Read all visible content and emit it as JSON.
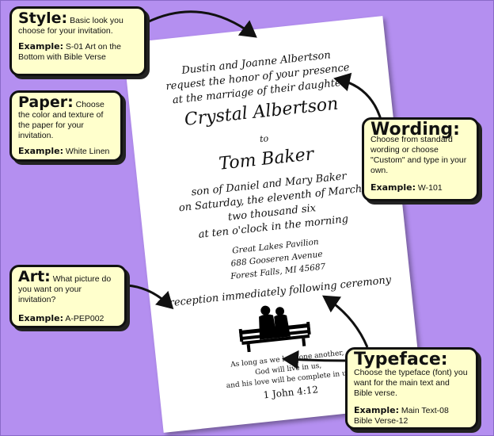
{
  "invitation": {
    "line1": "Dustin and Joanne Albertson",
    "line2": "request the honor of your presence",
    "line3": "at the marriage of their daughter",
    "bride": "Crystal Albertson",
    "to": "to",
    "groom": "Tom Baker",
    "line4": "son of Daniel and Mary Baker",
    "line5": "on Saturday, the eleventh of March",
    "line6": "two thousand six",
    "line7": "at ten o'clock in the morning",
    "venue1": "Great Lakes Pavilion",
    "venue2": "688 Gooseren Avenue",
    "venue3": "Forest Falls, MI 45687",
    "reception": "reception immediately following ceremony",
    "verse1": "As long as we love one another,",
    "verse2": "God will live in us,",
    "verse3": "and his love will be complete in us.",
    "verse_ref": "1 John 4:12"
  },
  "callouts": {
    "style": {
      "title": "Style:",
      "desc": "Basic look you choose for your invitation.",
      "example_label": "Example:",
      "example_value": "S-01 Art on the Bottom with Bible Verse"
    },
    "paper": {
      "title": "Paper:",
      "desc": "Choose the color and texture of the paper for your invitation.",
      "example_label": "Example:",
      "example_value": "White Linen"
    },
    "wording": {
      "title": "Wording:",
      "desc": "Choose from standard wording or choose \"Custom\" and type in your own.",
      "example_label": "Example:",
      "example_value": "W-101"
    },
    "art": {
      "title": "Art:",
      "desc": "What picture do you want on your invitation?",
      "example_label": "Example:",
      "example_value": "A-PEP002"
    },
    "typeface": {
      "title": "Typeface:",
      "desc": "Choose the typeface (font) you want for the main text and Bible verse.",
      "example_label": "Example:",
      "example_value": "Main Text-08",
      "example_value2": "Bible Verse-12"
    }
  },
  "colors": {
    "background": "#b48ff0",
    "callout_fill": "#ffffcc",
    "card": "#ffffff"
  },
  "icons": [
    "couple-on-bench-icon"
  ]
}
